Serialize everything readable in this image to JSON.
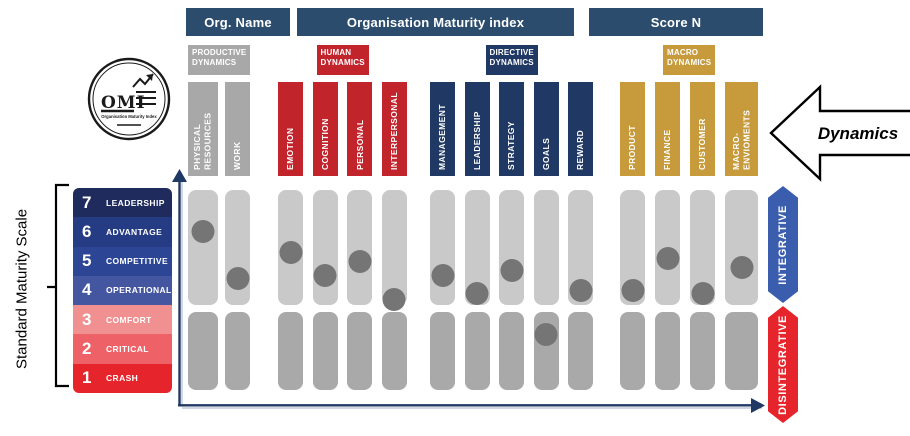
{
  "header": {
    "org_name": "Org. Name",
    "maturity_index": "Organisation  Maturity index",
    "score": "Score N"
  },
  "logo": {
    "text": "OMI",
    "subtext": "Organisation Maturity Index"
  },
  "left": {
    "scale_title": "Standard Maturity Scale"
  },
  "scale": {
    "levels": [
      {
        "num": "7",
        "label": "LEADERSHIP",
        "color": "#1e2b5c"
      },
      {
        "num": "6",
        "label": "ADVANTAGE",
        "color": "#253c85"
      },
      {
        "num": "5",
        "label": "COMPETITIVE",
        "color": "#2c4695"
      },
      {
        "num": "4",
        "label": "OPERATIONAL",
        "color": "#44569f"
      },
      {
        "num": "3",
        "label": "COMFORT",
        "color": "#f09090"
      },
      {
        "num": "2",
        "label": "CRITICAL",
        "color": "#ee6167"
      },
      {
        "num": "1",
        "label": "CRASH",
        "color": "#e6242b"
      }
    ]
  },
  "groups": [
    {
      "id": "productive",
      "label": "PRODUCTIVE DYNAMICS",
      "color": "#a8a8a8",
      "columns": [
        {
          "name": "PHYSICAL RESOURCES",
          "level": 6.0
        },
        {
          "name": "WORK",
          "level": 4.4
        }
      ]
    },
    {
      "id": "human",
      "label": "HUMAN DYNAMICS",
      "color": "#c2242c",
      "columns": [
        {
          "name": "EMOTION",
          "level": 5.3
        },
        {
          "name": "COGNITION",
          "level": 4.5
        },
        {
          "name": "PERSONAL",
          "level": 5.0
        },
        {
          "name": "INTERPERSONAL",
          "level": 3.7
        }
      ]
    },
    {
      "id": "directive",
      "label": "DIRECTIVE DYNAMICS",
      "color": "#1f3864",
      "columns": [
        {
          "name": "MANAGEMENT",
          "level": 4.5
        },
        {
          "name": "LEADERSHIP",
          "level": 3.9
        },
        {
          "name": "STRATEGY",
          "level": 4.7
        },
        {
          "name": "GOALS",
          "level": 2.5
        },
        {
          "name": "REWARD",
          "level": 4.0
        }
      ]
    },
    {
      "id": "macro",
      "label": "MACRO DYNAMICS",
      "color": "#c79b3b",
      "columns": [
        {
          "name": "PRODUCT",
          "level": 4.0
        },
        {
          "name": "FINANCE",
          "level": 5.1
        },
        {
          "name": "CUSTOMER",
          "level": 3.9
        },
        {
          "name": "MACRO-ENVIOMENTS",
          "level": 4.8
        }
      ]
    }
  ],
  "right": {
    "dynamics_label": "Dynamics",
    "integrative": "INTEGRATIVE",
    "disintegrative": "DISINTEGRATIVE",
    "integrative_color": "#3a5dae",
    "disintegrative_color": "#e6242b"
  },
  "colors": {
    "header_bar": "#2b4c6d",
    "axis": "#1f3864",
    "column_upper_track": "#c9c9c9",
    "column_lower_track": "#a9a9a9",
    "dot": "#757575"
  }
}
